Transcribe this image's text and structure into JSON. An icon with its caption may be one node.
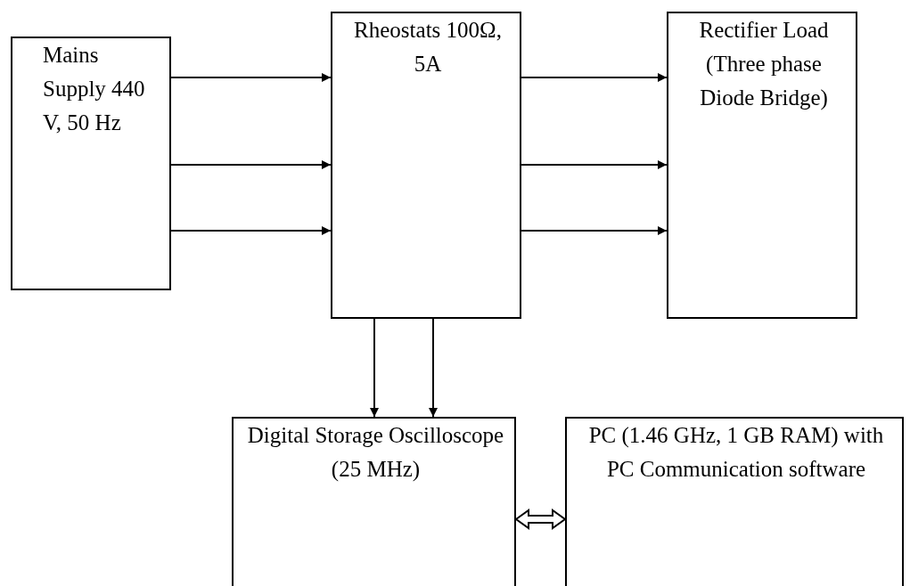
{
  "diagram": {
    "nodes": [
      {
        "text": [
          "Mains Supply 440 V, 50 Hz"
        ]
      },
      {
        "text": [
          "Rheostats 100Ω, 5A"
        ]
      },
      {
        "text": [
          "Rectifier Load (Three phase Diode Bridge)"
        ]
      },
      {
        "text": [
          "Digital Storage Oscilloscope (25 MHz)"
        ]
      },
      {
        "text": [
          "PC (1.46 GHz, 1 GB RAM) with PC Communication software"
        ]
      }
    ],
    "edges": [
      {
        "from": 0,
        "to": 1,
        "arrow": "to"
      },
      {
        "from": 0,
        "to": 1,
        "arrow": "to"
      },
      {
        "from": 0,
        "to": 1,
        "arrow": "to"
      },
      {
        "from": 1,
        "to": 2,
        "arrow": "to"
      },
      {
        "from": 1,
        "to": 2,
        "arrow": "to"
      },
      {
        "from": 1,
        "to": 2,
        "arrow": "to"
      },
      {
        "from": 1,
        "to": 3,
        "arrow": "to"
      },
      {
        "from": 1,
        "to": 3,
        "arrow": "to"
      },
      {
        "from": 3,
        "to": 4,
        "arrow": "both",
        "style": "thick"
      }
    ]
  }
}
